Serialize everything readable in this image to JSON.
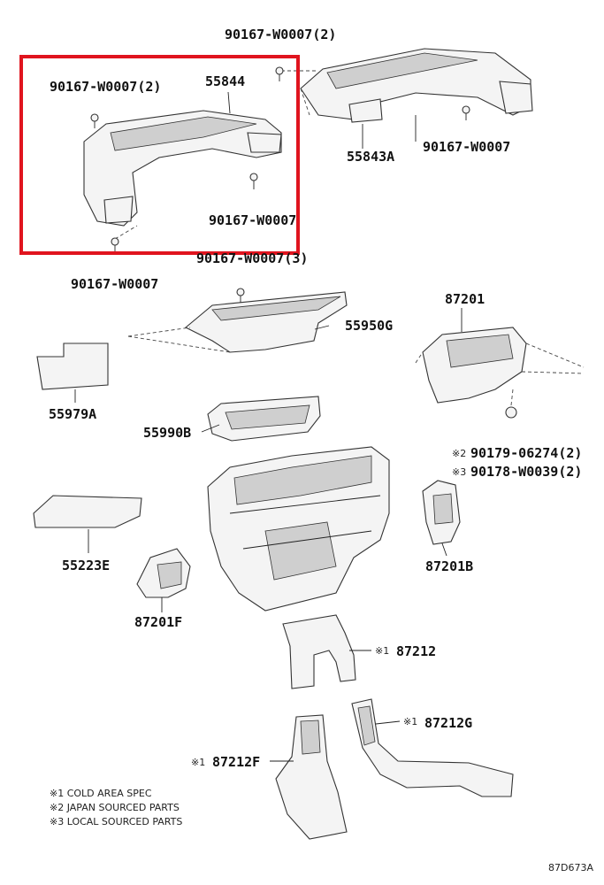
{
  "highlight_color": "#e0141e",
  "labels": {
    "l01": "90167-W0007(2)",
    "l02": "90167-W0007(2)",
    "l03": "55844",
    "l04": "55843A",
    "l05": "90167-W0007",
    "l06": "90167-W0007",
    "l07": "90167-W0007",
    "l08": "90167-W0007(3)",
    "l09": "55950G",
    "l10": "87201",
    "l11": "55979A",
    "l12": "55990B",
    "l13": "90179-06274(2)",
    "l14": "90178-W0039(2)",
    "l15": "55223E",
    "l16": "87201B",
    "l17": "87201F",
    "l18": "87212",
    "l19": "87212G",
    "l20": "87212F"
  },
  "marks": {
    "m13": "※2",
    "m14": "※3",
    "m18": "※1",
    "m19": "※1",
    "m20": "※1"
  },
  "legend": [
    "※1 COLD AREA SPEC",
    "※2 JAPAN SOURCED PARTS",
    "※3 LOCAL SOURCED PARTS"
  ],
  "diagram_code": "87D673A"
}
